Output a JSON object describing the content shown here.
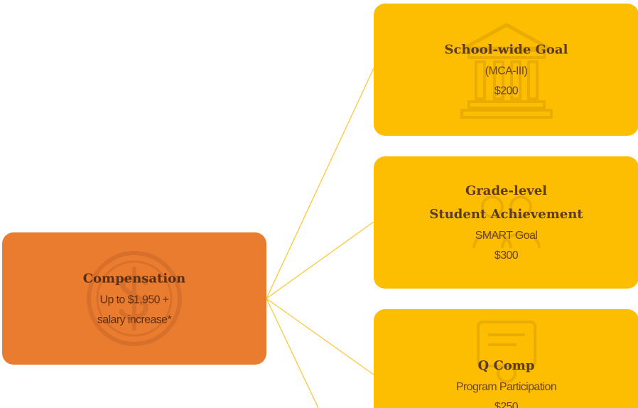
{
  "colors": {
    "compensation_fill": "#ea7c30",
    "goal_fill": "#fdbd01",
    "connector": "#fdc93a",
    "title_text": "#5b3a22"
  },
  "compensation": {
    "title": "Compensation",
    "line1": "Up to $1,950 +",
    "line2": "salary increase*",
    "icon": "dollar-coin-icon"
  },
  "goals": [
    {
      "title": "School-wide  Goal",
      "line1": "(MCA-III)",
      "line2": "$200",
      "icon": "school-building-icon"
    },
    {
      "title_line1": "Grade-level",
      "title_line2": "Student Achievement",
      "line1": "SMART Goal",
      "line2": "$300",
      "icon": "students-icon"
    },
    {
      "title": "Q Comp",
      "line1": "Program Participation",
      "line2": "$250",
      "icon": "certificate-icon"
    }
  ]
}
